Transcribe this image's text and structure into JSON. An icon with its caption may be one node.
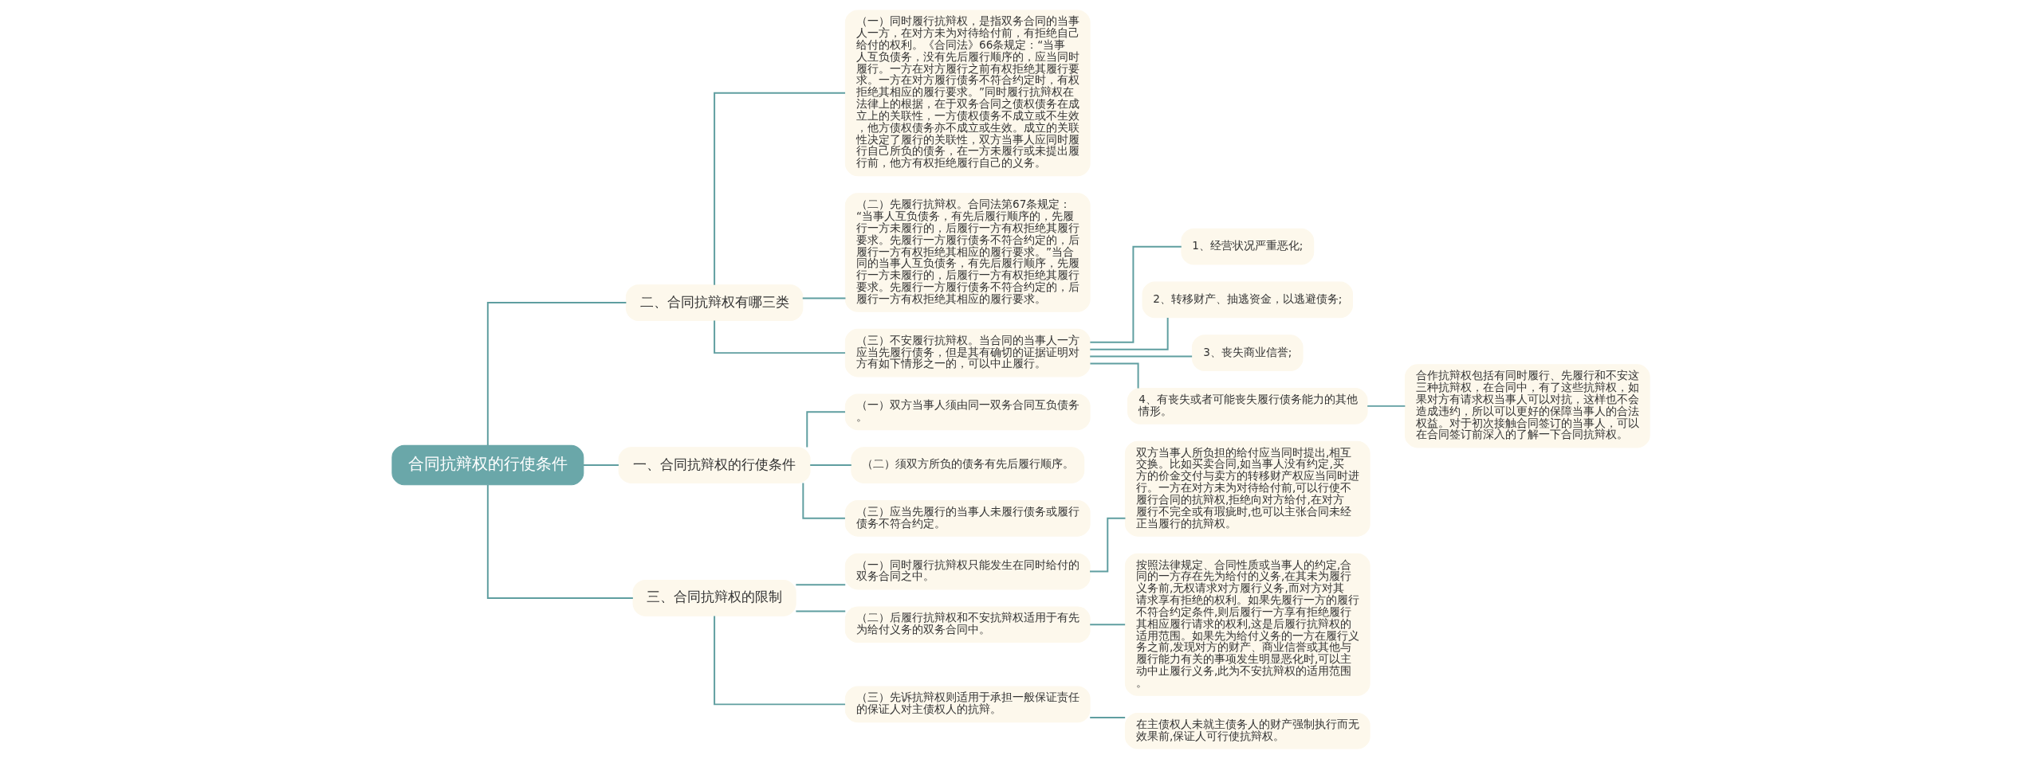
{
  "diagram": {
    "nodes": [
      {
        "text": [
          "合同抗辩权的行使条件"
        ]
      },
      {
        "text": [
          "二、合同抗辩权有哪三类"
        ]
      },
      {
        "text": [
          "（一）同时履行抗辩权，是指双务合同的当事人一方，在对方未为对待给付前，有拒绝自己给付的权利。《合同法》66条规定：“当事人互负债务，没有先后履行顺序的，应当同时履行。一方在对方履行之前有权拒绝其履行要求。一方在对方履行债务不符合约定时，有权拒绝其相应的履行要求。”同时履行抗辩权在法律上的根据，在于双务合同之债权债务在成立上的关联性，一方债权债务不成立或不生效，他方债权债务亦不成立或生效。成立的关联性决定了履行的关联性，双方当事人应同时履行自己所负的债务，在一方未履行或未提出履行前，他方有权拒绝履行自己的义务。"
        ]
      },
      {
        "text": [
          "（二）先履行抗辩权。合同法第67条规定：“当事人互负债务，有先后履行顺序的，先履行一方未履行的，后履行一方有权拒绝其履行要求。先履行一方履行债务不符合约定的，后履行一方有权拒绝其相应的履行要求。”当合同的当事人互负债务，有先后履行顺序，先履行一方未履行的，后履行一方有权拒绝其履行要求。先履行一方履行债务不符合约定的，后履行一方有权拒绝其相应的履行要求。"
        ]
      },
      {
        "text": [
          "（三）不安履行抗辩权。当合同的当事人一方应当先履行债务，但是其有确切的证据证明对方有如下情形之一的，可以中止履行。"
        ]
      },
      {
        "text": [
          "1、经营状况严重恶化;"
        ]
      },
      {
        "text": [
          "2、转移财产、抽逃资金，以逃避债务;"
        ]
      },
      {
        "text": [
          "3、丧失商业信誉;"
        ]
      },
      {
        "text": [
          "4、有丧失或者可能丧失履行债务能力的其他情形。"
        ]
      },
      {
        "text": [
          "合作抗辩权包括有同时履行、先履行和不安这三种抗辩权，在合同中，有了这些抗辩权，如果对方有请求权当事人可以对抗，这样也不会造成违约，所以可以更好的保障当事人的合法权益。对于初次接触合同签订的当事人，可以在合同签订前深入的了解一下合同抗辩权。"
        ]
      },
      {
        "text": [
          "一、合同抗辩权的行使条件"
        ]
      },
      {
        "text": [
          "（一）双方当事人须由同一双务合同互负债务。"
        ]
      },
      {
        "text": [
          "（二）须双方所负的债务有先后履行顺序。"
        ]
      },
      {
        "text": [
          "（三）应当先履行的当事人未履行债务或履行债务不符合约定。"
        ]
      },
      {
        "text": [
          "三、合同抗辩权的限制"
        ]
      },
      {
        "text": [
          "（一）同时履行抗辩权只能发生在同时给付的双务合同之中。"
        ]
      },
      {
        "text": [
          "双方当事人所负担的给付应当同时提出,相互交换。比如买卖合同,如当事人没有约定,买方的价金交付与卖方的转移财产权应当同时进行。一方在对方未为对待给付前,可以行使不履行合同的抗辩权,拒绝向对方给付,在对方履行不完全或有瑕疵时,也可以主张合同未经正当履行的抗辩权。"
        ]
      },
      {
        "text": [
          "（二）后履行抗辩权和不安抗辩权适用于有先为给付义务的双务合同中。"
        ]
      },
      {
        "text": [
          "按照法律规定、合同性质或当事人的约定,合同的一方存在先为给付的义务,在其未为履行义务前,无权请求对方履行义务,而对方对其请求享有拒绝的权利。如果先履行一方的履行不符合约定条件,则后履行一方享有拒绝履行其相应履行请求的权利,这是后履行抗辩权的适用范围。如果先为给付义务的一方在履行义务之前,发现对方的财产、商业信誉或其他与履行能力有关的事项发生明显恶化时,可以主动中止履行义务,此为不安抗辩权的适用范围。"
        ]
      },
      {
        "text": [
          "（三）先诉抗辩权则适用于承担一般保证责任的保证人对主债权人的抗辩。"
        ]
      },
      {
        "text": [
          "在主债权人未就主债务人的财产强制执行而无效果前,保证人可行使抗辩权。"
        ]
      }
    ],
    "edges": [
      {
        "from": 0,
        "to": 1,
        "arrow": "none"
      },
      {
        "from": 1,
        "to": 2,
        "arrow": "none"
      },
      {
        "from": 1,
        "to": 3,
        "arrow": "none"
      },
      {
        "from": 1,
        "to": 4,
        "arrow": "none"
      },
      {
        "from": 4,
        "to": 5,
        "arrow": "none"
      },
      {
        "from": 4,
        "to": 6,
        "arrow": "none"
      },
      {
        "from": 4,
        "to": 7,
        "arrow": "none"
      },
      {
        "from": 4,
        "to": 8,
        "arrow": "none"
      },
      {
        "from": 8,
        "to": 9,
        "arrow": "none"
      },
      {
        "from": 0,
        "to": 10,
        "arrow": "none"
      },
      {
        "from": 10,
        "to": 11,
        "arrow": "none"
      },
      {
        "from": 10,
        "to": 12,
        "arrow": "none"
      },
      {
        "from": 10,
        "to": 13,
        "arrow": "none"
      },
      {
        "from": 0,
        "to": 14,
        "arrow": "none"
      },
      {
        "from": 14,
        "to": 15,
        "arrow": "none"
      },
      {
        "from": 15,
        "to": 16,
        "arrow": "none"
      },
      {
        "from": 14,
        "to": 17,
        "arrow": "none"
      },
      {
        "from": 17,
        "to": 18,
        "arrow": "none"
      },
      {
        "from": 14,
        "to": 19,
        "arrow": "none"
      },
      {
        "from": 19,
        "to": 20,
        "arrow": "none"
      }
    ]
  }
}
